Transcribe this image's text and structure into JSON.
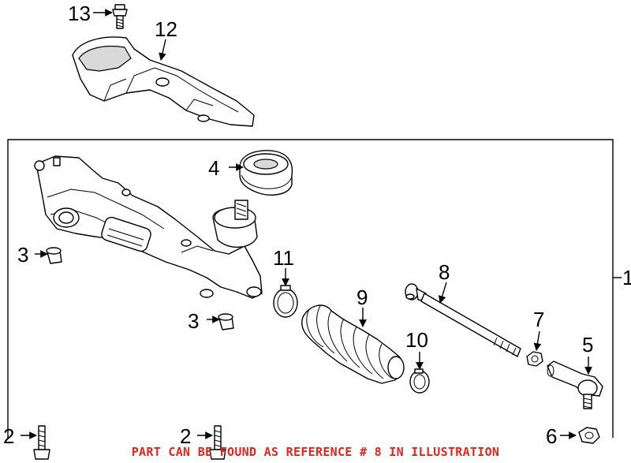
{
  "callouts": {
    "c1": "1",
    "c2a": "2",
    "c2b": "2",
    "c3a": "3",
    "c3b": "3",
    "c4": "4",
    "c5": "5",
    "c6": "6",
    "c7": "7",
    "c8": "8",
    "c9": "9",
    "c10": "10",
    "c11": "11",
    "c12": "12",
    "c13": "13"
  },
  "note": "PART CAN BE FOUND AS REFERENCE # 8 IN ILLUSTRATION",
  "colors": {
    "note": "#e0261d",
    "line": "#000000",
    "background": "#ffffff"
  }
}
